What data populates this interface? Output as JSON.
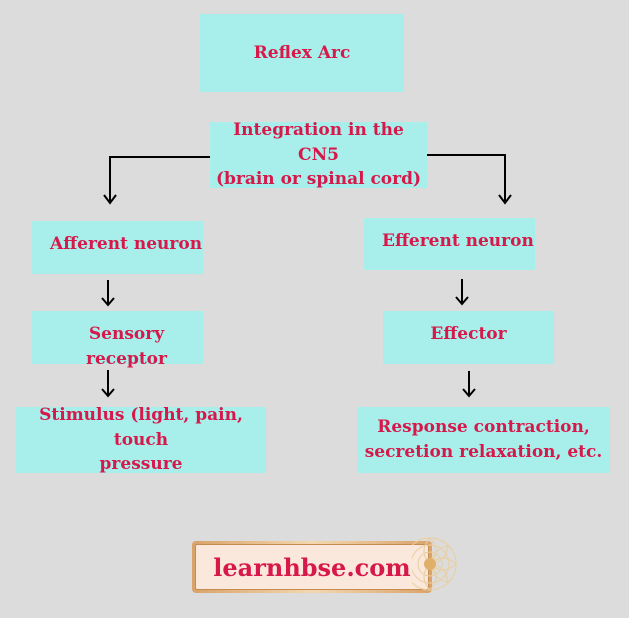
{
  "title": "Reflex Arc",
  "integration": {
    "line1": "Integration in the CN5",
    "line2": "(brain or spinal cord)"
  },
  "left_branch": {
    "neuron": "Afferent neuron",
    "receptor": "Sensory receptor",
    "stimulus_line1": "Stimulus (light, pain, touch",
    "stimulus_line2": "pressure"
  },
  "right_branch": {
    "neuron": "Efferent neuron",
    "effector": "Effector",
    "response_line1": "Response contraction,",
    "response_line2": "secretion relaxation, etc."
  },
  "watermark": "learnhbse.com",
  "colors": {
    "box_fill": "#a8eeea",
    "text": "#d6184a",
    "background": "#dcdcdc"
  }
}
